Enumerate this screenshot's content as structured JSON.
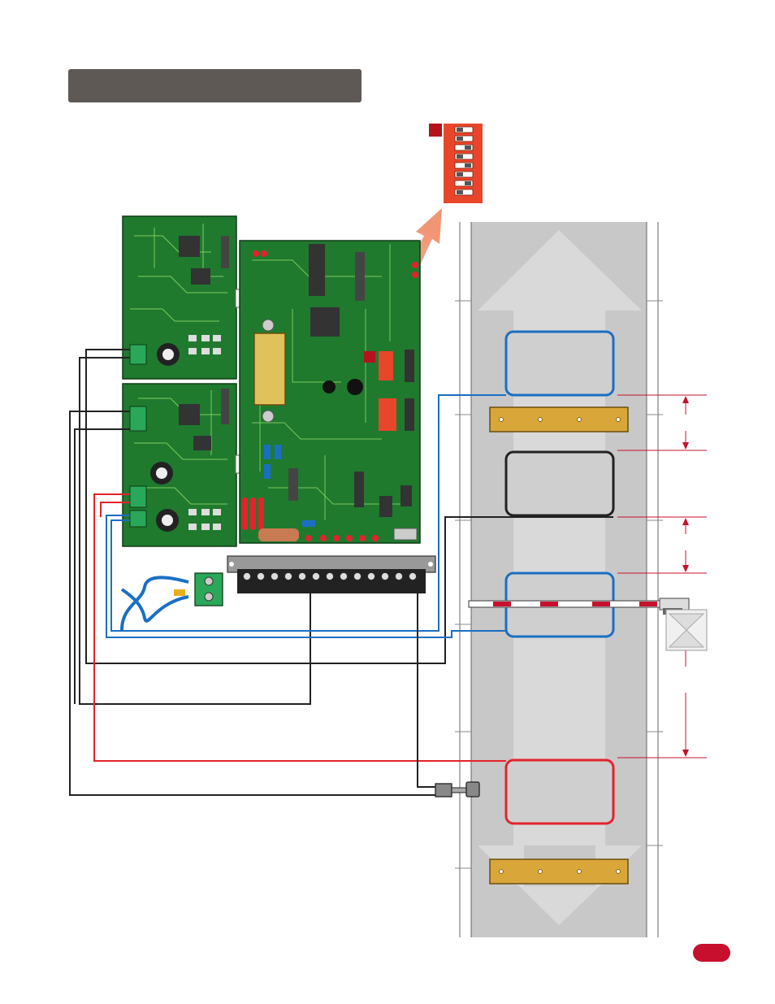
{
  "header": {
    "title": ""
  },
  "footer": {
    "page_number": ""
  },
  "colors": {
    "title_bar": "#5f5956",
    "pcb_green": "#1f7a2e",
    "dip_switch": "#e8462b",
    "accent_red": "#c8102e",
    "road_gray": "#c8c8c8",
    "loop_blue": "#1a6fc4",
    "loop_red": "#e3232b",
    "loop_black": "#222222",
    "treadle_gold": "#d9a63a"
  },
  "icons": [
    "dip-switch-icon",
    "arrow-up-icon",
    "arrow-down-icon",
    "gate-arm-icon",
    "sensor-icon",
    "terminal-block-icon",
    "twisted-pair-icon",
    "transformer-icon"
  ],
  "diagram": {
    "dip_switch_positions": 8,
    "terminal_count": 13,
    "loops": [
      {
        "id": "loop-1",
        "color": "blue"
      },
      {
        "id": "loop-2",
        "color": "black"
      },
      {
        "id": "loop-3",
        "color": "blue"
      },
      {
        "id": "loop-4",
        "color": "red"
      }
    ],
    "treadles": 2
  }
}
